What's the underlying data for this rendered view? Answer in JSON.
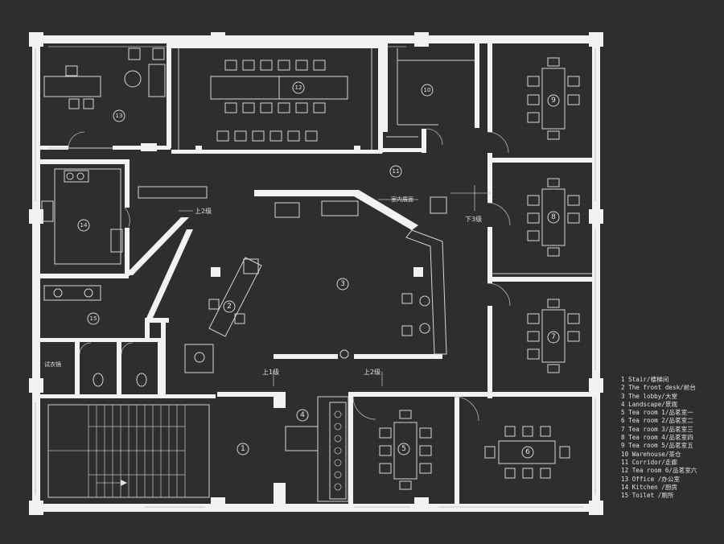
{
  "rooms": [
    {
      "id": "r1",
      "number": "1"
    },
    {
      "id": "r2",
      "number": "2"
    },
    {
      "id": "r3",
      "number": "3"
    },
    {
      "id": "r4",
      "number": "4"
    },
    {
      "id": "r5",
      "number": "5"
    },
    {
      "id": "r6",
      "number": "6"
    },
    {
      "id": "r7",
      "number": "7"
    },
    {
      "id": "r8",
      "number": "8"
    },
    {
      "id": "r9",
      "number": "9"
    },
    {
      "id": "r10",
      "number": "10"
    },
    {
      "id": "r11",
      "number": "11"
    },
    {
      "id": "r12",
      "number": "12"
    },
    {
      "id": "r13",
      "number": "13"
    },
    {
      "id": "r14",
      "number": "14"
    },
    {
      "id": "r15",
      "number": "15"
    }
  ],
  "annotations": {
    "up_2_left": "上2级",
    "down_3": "下3级",
    "up_1": "上1级",
    "up_2_bottom": "上2级",
    "window_display": "室内展面",
    "fitting_room": "试衣镜"
  },
  "legend": [
    "1 Stair/楼梯间",
    "2 The front desk/前台",
    "3 The lobby/大堂",
    "4 Landscape/景观",
    "5 Tea room 1/品茗室一",
    "6 Tea room 2/品茗室二",
    "7 Tea room 3/品茗室三",
    "8 Tea room 4/品茗室四",
    "9 Tea room 5/品茗室五",
    "10 Warehouse/茶仓",
    "11 Corridor/走廊",
    "12 Tea room 6/品茗室六",
    "13 Office /办公室",
    "14 Kitchen /厨房",
    "15 Toilet /厕所"
  ]
}
